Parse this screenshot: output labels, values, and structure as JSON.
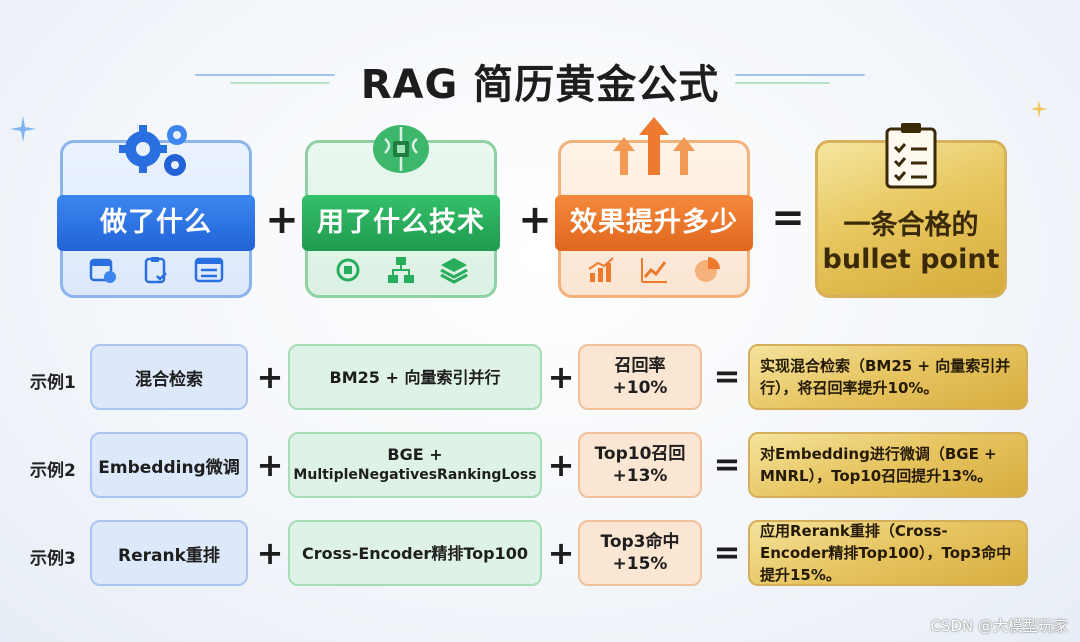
{
  "title": "RAG 简历黄金公式",
  "cards": {
    "what": "做了什么",
    "tech": "用了什么技术",
    "effect": "效果提升多少",
    "result_line1": "一条合格的",
    "result_line2": "bullet point"
  },
  "operators": {
    "plus": "+",
    "equals": "="
  },
  "examples": [
    {
      "label": "示例1",
      "what": "混合检索",
      "tech": "BM25 + 向量索引并行",
      "effect_line1": "召回率",
      "effect_line2": "+10%",
      "result": "实现混合检索（BM25 + 向量索引并行），将召回率提升10%。"
    },
    {
      "label": "示例2",
      "what": "Embedding微调",
      "tech_line1": "BGE +",
      "tech_line2": "MultipleNegativesRankingLoss",
      "effect_line1": "Top10召回",
      "effect_line2": "+13%",
      "result": "对Embedding进行微调（BGE + MNRL），Top10召回提升13%。"
    },
    {
      "label": "示例3",
      "what": "Rerank重排",
      "tech": "Cross-Encoder精排Top100",
      "effect_line1": "Top3命中",
      "effect_line2": "+15%",
      "result": "应用Rerank重排（Cross-Encoder精排Top100），Top3命中提升15%。"
    }
  ],
  "watermark": "CSDN @大模型玩家",
  "icons": {
    "what_top": "gears-icon",
    "tech_top": "brain-chip-icon",
    "effect_top": "up-arrows-icon",
    "result_top": "checklist-clipboard-icon",
    "what_row": [
      "calendar-clock-icon",
      "clipboard-check-icon",
      "checklist-window-icon"
    ],
    "tech_row": [
      "gear-chip-icon",
      "network-icon",
      "layers-icon"
    ],
    "effect_row": [
      "bar-growth-icon",
      "line-growth-icon",
      "pie-chart-icon"
    ]
  },
  "colors": {
    "blue": "#2a6fe0",
    "green": "#27ad5b",
    "orange": "#ee7a2f",
    "gold": "#e2bd55"
  }
}
